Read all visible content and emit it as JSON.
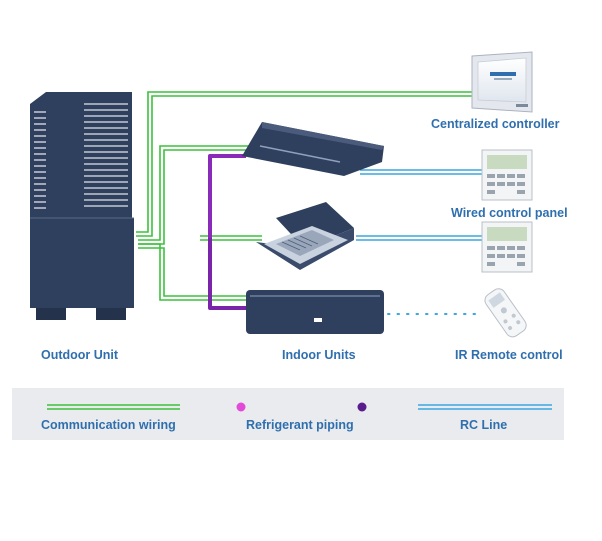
{
  "labels": {
    "outdoor_unit": "Outdoor Unit",
    "indoor_units": "Indoor Units",
    "ir_remote": "IR Remote control",
    "centralized_controller": "Centralized controller",
    "wired_control_panel": "Wired control panel"
  },
  "legend": {
    "communication": "Communication wiring",
    "refrigerant": "Refrigerant piping",
    "rc_line": "RC Line"
  },
  "colors": {
    "unit_body": "#2f3f5e",
    "communication": "#3cc13c",
    "refrigerant_start": "#e24bd8",
    "refrigerant_end": "#5a1c8c",
    "rc_line": "#3aa7e0",
    "label_text": "#2f6fae",
    "legend_bg": "#e9ebee"
  },
  "icons": {
    "outdoor_unit": "outdoor-condenser-icon",
    "ceiling_unit": "ceiling-suspended-indoor-unit-icon",
    "cassette_unit": "cassette-indoor-unit-icon",
    "wall_unit": "wall-mounted-indoor-unit-icon",
    "central_controller": "touchscreen-controller-icon",
    "wired_panel": "wired-control-panel-icon",
    "remote": "ir-remote-icon"
  }
}
